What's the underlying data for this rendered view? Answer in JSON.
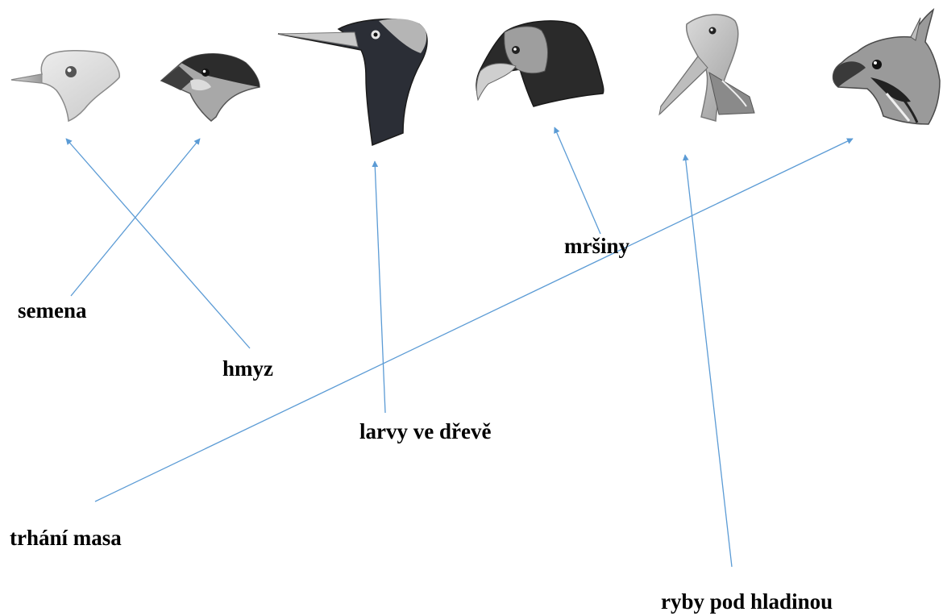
{
  "labels": {
    "seeds": "semena",
    "insects": "hmyz",
    "wood_larvae": "larvy ve dřevě",
    "carrion": "mršiny",
    "tearing_meat": "trhání masa",
    "fish_under_surface": "ryby pod hladinou"
  },
  "birds": [
    {
      "name": "seed-eater-head-icon",
      "food": "semena"
    },
    {
      "name": "insect-eater-head-icon",
      "food": "hmyz"
    },
    {
      "name": "woodpecker-head-icon",
      "food": "larvy ve dřevě"
    },
    {
      "name": "vulture-head-icon",
      "food": "mršiny"
    },
    {
      "name": "pelican-head-icon",
      "food": "ryby pod hladinou"
    },
    {
      "name": "raptor-head-icon",
      "food": "trhání masa"
    }
  ],
  "colors": {
    "arrow": "#5b9bd5",
    "text": "#000000",
    "background": "#ffffff"
  }
}
